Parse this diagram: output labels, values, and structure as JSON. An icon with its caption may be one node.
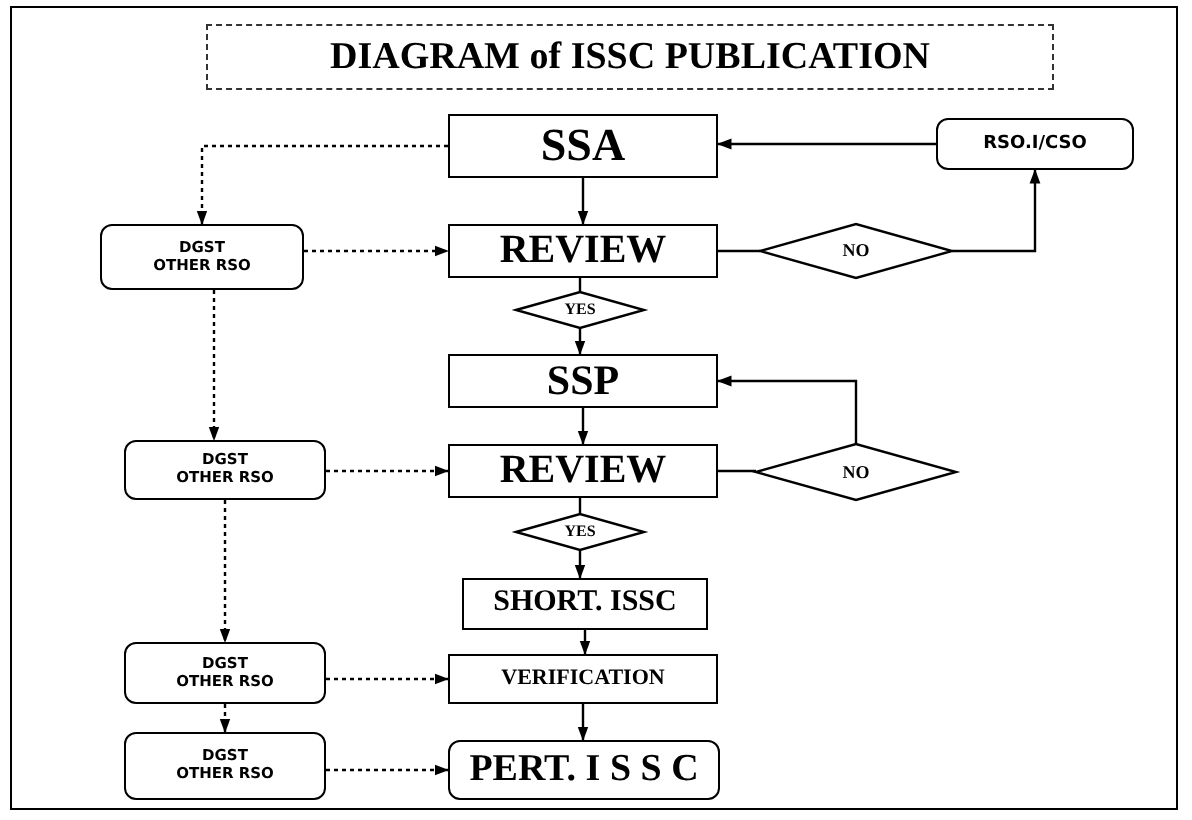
{
  "diagram": {
    "title": "DIAGRAM of ISSC PUBLICATION",
    "nodes": [
      {
        "text": [
          "SSA"
        ]
      },
      {
        "text": [
          "RSO.I/CSO"
        ]
      },
      {
        "text": [
          "DGST OTHER RSO"
        ]
      },
      {
        "text": [
          "REVIEW"
        ]
      },
      {
        "text": [
          "NO"
        ]
      },
      {
        "text": [
          "YES"
        ]
      },
      {
        "text": [
          "SSP"
        ]
      },
      {
        "text": [
          "DGST OTHER RSO"
        ]
      },
      {
        "text": [
          "REVIEW"
        ]
      },
      {
        "text": [
          "NO"
        ]
      },
      {
        "text": [
          "YES"
        ]
      },
      {
        "text": [
          "SHORT. ISSC"
        ]
      },
      {
        "text": [
          "DGST OTHER RSO"
        ]
      },
      {
        "text": [
          "VERIFICATION"
        ]
      },
      {
        "text": [
          "DGST OTHER RSO"
        ]
      },
      {
        "text": [
          "PERT. I S S C"
        ]
      }
    ],
    "edges": [
      {
        "from": 0,
        "to": 3,
        "arrow": "to"
      },
      {
        "from": 1,
        "to": 0,
        "arrow": "to"
      },
      {
        "from": 3,
        "to": 4,
        "arrow": "none"
      },
      {
        "from": 4,
        "to": 1,
        "arrow": "to"
      },
      {
        "from": 0,
        "to": 2,
        "arrow": "to",
        "style": "dashed"
      },
      {
        "from": 2,
        "to": 3,
        "arrow": "to",
        "style": "dashed"
      },
      {
        "from": 3,
        "to": 5,
        "arrow": "none"
      },
      {
        "from": 5,
        "to": 6,
        "arrow": "to"
      },
      {
        "from": 6,
        "to": 8,
        "arrow": "to"
      },
      {
        "from": 8,
        "to": 9,
        "arrow": "none"
      },
      {
        "from": 9,
        "to": 6,
        "arrow": "to"
      },
      {
        "from": 2,
        "to": 7,
        "arrow": "to",
        "style": "dashed"
      },
      {
        "from": 7,
        "to": 8,
        "arrow": "to",
        "style": "dashed"
      },
      {
        "from": 8,
        "to": 10,
        "arrow": "none"
      },
      {
        "from": 10,
        "to": 11,
        "arrow": "to"
      },
      {
        "from": 11,
        "to": 13,
        "arrow": "to"
      },
      {
        "from": 13,
        "to": 15,
        "arrow": "to"
      },
      {
        "from": 7,
        "to": 12,
        "arrow": "to",
        "style": "dashed"
      },
      {
        "from": 12,
        "to": 13,
        "arrow": "to",
        "style": "dashed"
      },
      {
        "from": 12,
        "to": 14,
        "arrow": "to",
        "style": "dashed"
      },
      {
        "from": 14,
        "to": 15,
        "arrow": "to",
        "style": "dashed"
      }
    ]
  }
}
